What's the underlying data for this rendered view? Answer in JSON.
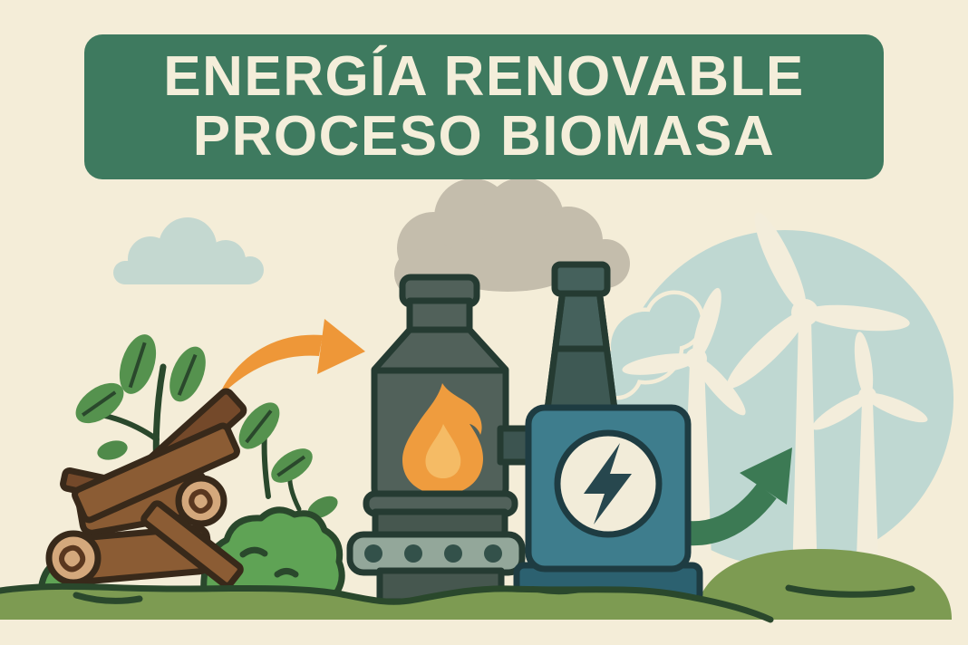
{
  "banner": {
    "line1": "ENERGÍA RENOVABLE",
    "line2": "PROCESO BIOMASA"
  },
  "scene": {
    "elements": [
      "cloud",
      "smoke-puff",
      "biomass-log-pile",
      "green-leaves",
      "bushes",
      "orange-flow-arrow",
      "biomass-furnace-with-flame",
      "factory-chimney",
      "electric-generator-with-lightning-bolt",
      "green-energy-arrow",
      "wind-turbines-in-sky-circle",
      "grass-hills"
    ],
    "icons": {
      "flame": "flame-icon",
      "lightning": "lightning-bolt-icon",
      "orange_arrow": "curved-arrow-right-icon",
      "green_arrow": "curved-arrow-up-icon"
    }
  },
  "palette": {
    "background": "#f4edd8",
    "banner_green": "#3e7a5f",
    "banner_text": "#f4eeda",
    "cloud_blue": "#c4d8d0",
    "smoke_gray": "#c4bdac",
    "sky_circle_blue": "#bfd8d2",
    "turbine_cream": "#f3eddb",
    "furnace_gray": "#51615a",
    "furnace_mid": "#46574f",
    "machine_outline": "#253b32",
    "rivet_band": "#93a79a",
    "rivet_dot": "#33514a",
    "flame_orange": "#ef9c3e",
    "flame_inner": "#f5bb65",
    "chimney_slate": "#45615c",
    "chimney_lower": "#3e5954",
    "pipe_slate": "#3c5450",
    "generator_teal": "#3e7d8d",
    "generator_base": "#2c6170",
    "generator_outline": "#1e3c42",
    "badge_cream": "#f2ecd9",
    "bolt_dark": "#27474e",
    "arrow_orange": "#ee9738",
    "arrow_green": "#3c7a54",
    "grass_green": "#7d9b52",
    "grass_outline": "#2a482c",
    "bush_green": "#5fa355",
    "leaf_green": "#55924e",
    "leaf_dark": "#4f8a4a",
    "log_brown": "#8b5c34",
    "log_dark": "#74492a",
    "log_cut": "#d4a87c",
    "log_knot": "#5a371f",
    "log_outline": "#38291a"
  }
}
